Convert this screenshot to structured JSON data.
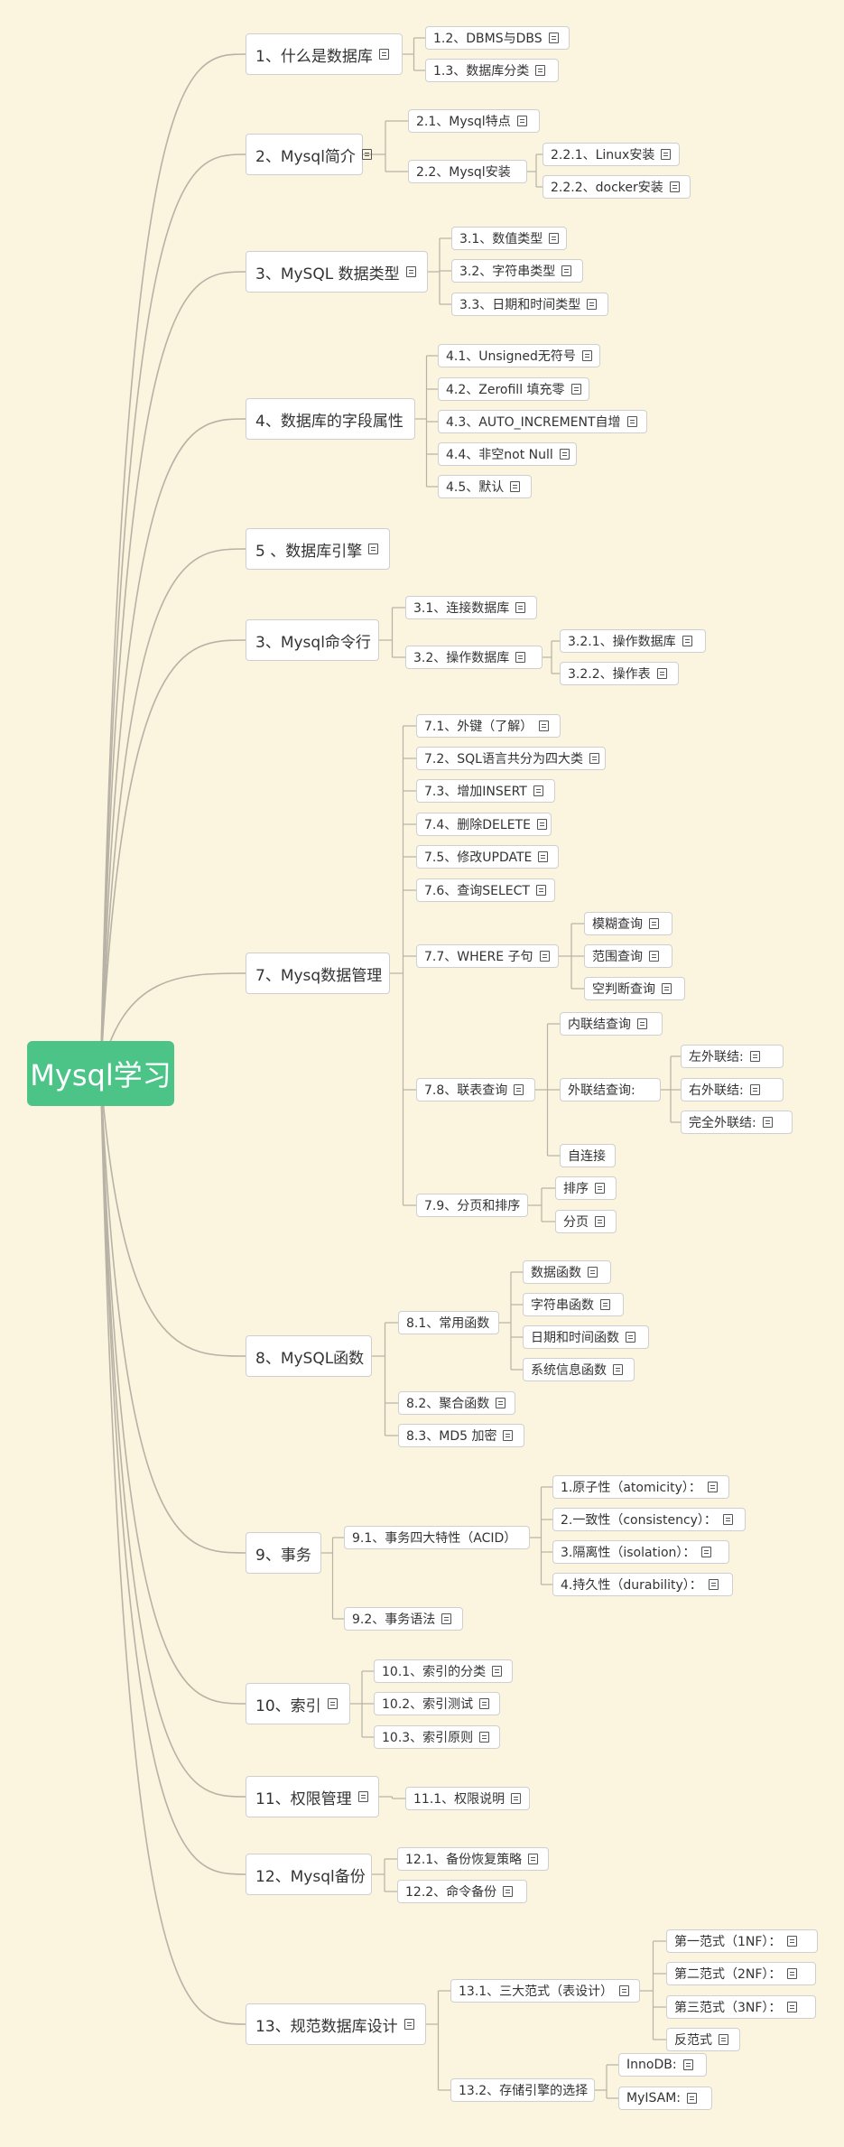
{
  "root": {
    "label": "Mysql学习"
  },
  "branches": [
    {
      "label": "1、什么是数据库",
      "note": true,
      "children": [
        {
          "label": "1.2、DBMS与DBS",
          "note": true
        },
        {
          "label": "1.3、数据库分类",
          "note": true
        }
      ]
    },
    {
      "label": "2、Mysql简介",
      "note": true,
      "children": [
        {
          "label": "2.1、Mysql特点",
          "note": true
        },
        {
          "label": "2.2、Mysql安装",
          "note": false,
          "children": [
            {
              "label": "2.2.1、Linux安装",
              "note": true
            },
            {
              "label": "2.2.2、docker安装",
              "note": true
            }
          ]
        }
      ]
    },
    {
      "label": "3、MySQL 数据类型",
      "note": true,
      "children": [
        {
          "label": "3.1、数值类型",
          "note": true
        },
        {
          "label": "3.2、字符串类型",
          "note": true
        },
        {
          "label": "3.3、日期和时间类型",
          "note": true
        }
      ]
    },
    {
      "label": "4、数据库的字段属性",
      "note": false,
      "children": [
        {
          "label": "4.1、Unsigned无符号",
          "note": true
        },
        {
          "label": "4.2、Zerofill 填充零",
          "note": true
        },
        {
          "label": "4.3、AUTO_INCREMENT自增",
          "note": true
        },
        {
          "label": "4.4、非空not Null",
          "note": true
        },
        {
          "label": "4.5、默认",
          "note": true
        }
      ]
    },
    {
      "label": "5 、数据库引擎",
      "note": true,
      "children": []
    },
    {
      "label": "3、Mysql命令行",
      "note": false,
      "children": [
        {
          "label": "3.1、连接数据库",
          "note": true
        },
        {
          "label": "3.2、操作数据库",
          "note": true,
          "children": [
            {
              "label": "3.2.1、操作数据库",
              "note": true
            },
            {
              "label": "3.2.2、操作表",
              "note": true
            }
          ]
        }
      ]
    },
    {
      "label": "7、Mysq数据管理",
      "note": false,
      "children": [
        {
          "label": "7.1、外键（了解）",
          "note": true
        },
        {
          "label": "7.2、SQL语言共分为四大类",
          "note": true
        },
        {
          "label": "7.3、增加INSERT",
          "note": true
        },
        {
          "label": "7.4、删除DELETE",
          "note": true
        },
        {
          "label": "7.5、修改UPDATE",
          "note": true
        },
        {
          "label": "7.6、查询SELECT",
          "note": true
        },
        {
          "label": "7.7、WHERE 子句",
          "note": true,
          "children": [
            {
              "label": "模糊查询",
              "note": true
            },
            {
              "label": "范围查询",
              "note": true
            },
            {
              "label": "空判断查询",
              "note": true
            }
          ]
        },
        {
          "label": "7.8、联表查询",
          "note": true,
          "children": [
            {
              "label": "内联结查询",
              "note": true
            },
            {
              "label": "外联结查询:",
              "note": false,
              "children": [
                {
                  "label": "左外联结:",
                  "note": true
                },
                {
                  "label": "右外联结:",
                  "note": true
                },
                {
                  "label": "完全外联结:",
                  "note": true
                }
              ]
            },
            {
              "label": "自连接",
              "note": false
            }
          ]
        },
        {
          "label": "7.9、分页和排序",
          "note": false,
          "children": [
            {
              "label": "排序",
              "note": true
            },
            {
              "label": "分页",
              "note": true
            }
          ]
        }
      ]
    },
    {
      "label": "8、MySQL函数",
      "note": false,
      "children": [
        {
          "label": "8.1、常用函数",
          "note": false,
          "children": [
            {
              "label": "数据函数",
              "note": true
            },
            {
              "label": "字符串函数",
              "note": true
            },
            {
              "label": "日期和时间函数",
              "note": true
            },
            {
              "label": "系统信息函数",
              "note": true
            }
          ]
        },
        {
          "label": "8.2、聚合函数",
          "note": true
        },
        {
          "label": "8.3、MD5 加密",
          "note": true
        }
      ]
    },
    {
      "label": "9、事务",
      "note": false,
      "children": [
        {
          "label": "9.1、事务四大特性（ACID）",
          "note": false,
          "children": [
            {
              "label": "1.原子性（atomicity）：",
              "note": true
            },
            {
              "label": "2.一致性（consistency）：",
              "note": true
            },
            {
              "label": "3.隔离性（isolation）：",
              "note": true
            },
            {
              "label": "4.持久性（durability）：",
              "note": true
            }
          ]
        },
        {
          "label": "9.2、事务语法",
          "note": true
        }
      ]
    },
    {
      "label": "10、索引",
      "note": true,
      "children": [
        {
          "label": "10.1、索引的分类",
          "note": true
        },
        {
          "label": "10.2、索引测试",
          "note": true
        },
        {
          "label": "10.3、索引原则",
          "note": true
        }
      ]
    },
    {
      "label": "11、权限管理",
      "note": true,
      "children": [
        {
          "label": "11.1、权限说明",
          "note": true
        }
      ]
    },
    {
      "label": "12、Mysql备份",
      "note": false,
      "children": [
        {
          "label": "12.1、备份恢复策略",
          "note": true
        },
        {
          "label": "12.2、命令备份",
          "note": true
        }
      ]
    },
    {
      "label": "13、规范数据库设计",
      "note": true,
      "children": [
        {
          "label": "13.1、三大范式（表设计）",
          "note": true,
          "children": [
            {
              "label": "第一范式（1NF）：",
              "note": true
            },
            {
              "label": "第二范式（2NF）：",
              "note": true
            },
            {
              "label": "第三范式（3NF）：",
              "note": true
            },
            {
              "label": "反范式",
              "note": true
            }
          ]
        },
        {
          "label": "13.2、存储引擎的选择",
          "note": false,
          "children": [
            {
              "label": "InnoDB:",
              "note": true
            },
            {
              "label": "MyISAM:",
              "note": true
            }
          ]
        }
      ]
    }
  ],
  "colors": {
    "background": "#fbf4df",
    "root": "#4cc488",
    "line": "#b8b2a6"
  }
}
